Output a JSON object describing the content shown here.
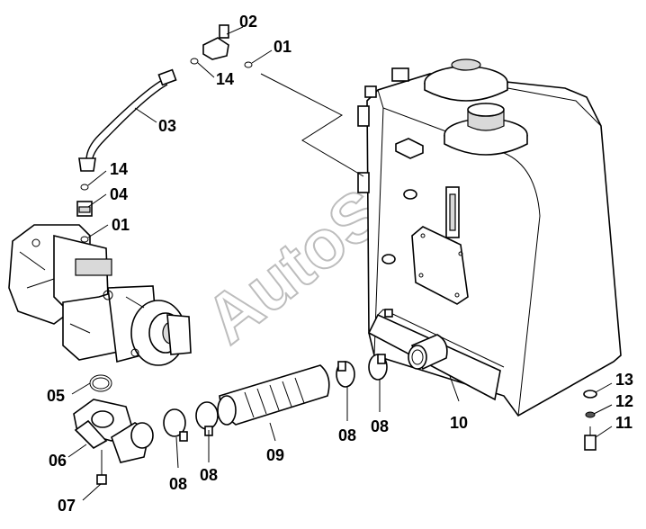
{
  "watermark": "AutoSoft",
  "callouts": {
    "c02": "02",
    "c01_top": "01",
    "c14_top": "14",
    "c03": "03",
    "c14_mid": "14",
    "c04": "04",
    "c01_mid": "01",
    "c05": "05",
    "c06": "06",
    "c07": "07",
    "c08_a": "08",
    "c08_b": "08",
    "c09": "09",
    "c08_c": "08",
    "c08_d": "08",
    "c10": "10",
    "c13": "13",
    "c12": "12",
    "c11": "11"
  }
}
